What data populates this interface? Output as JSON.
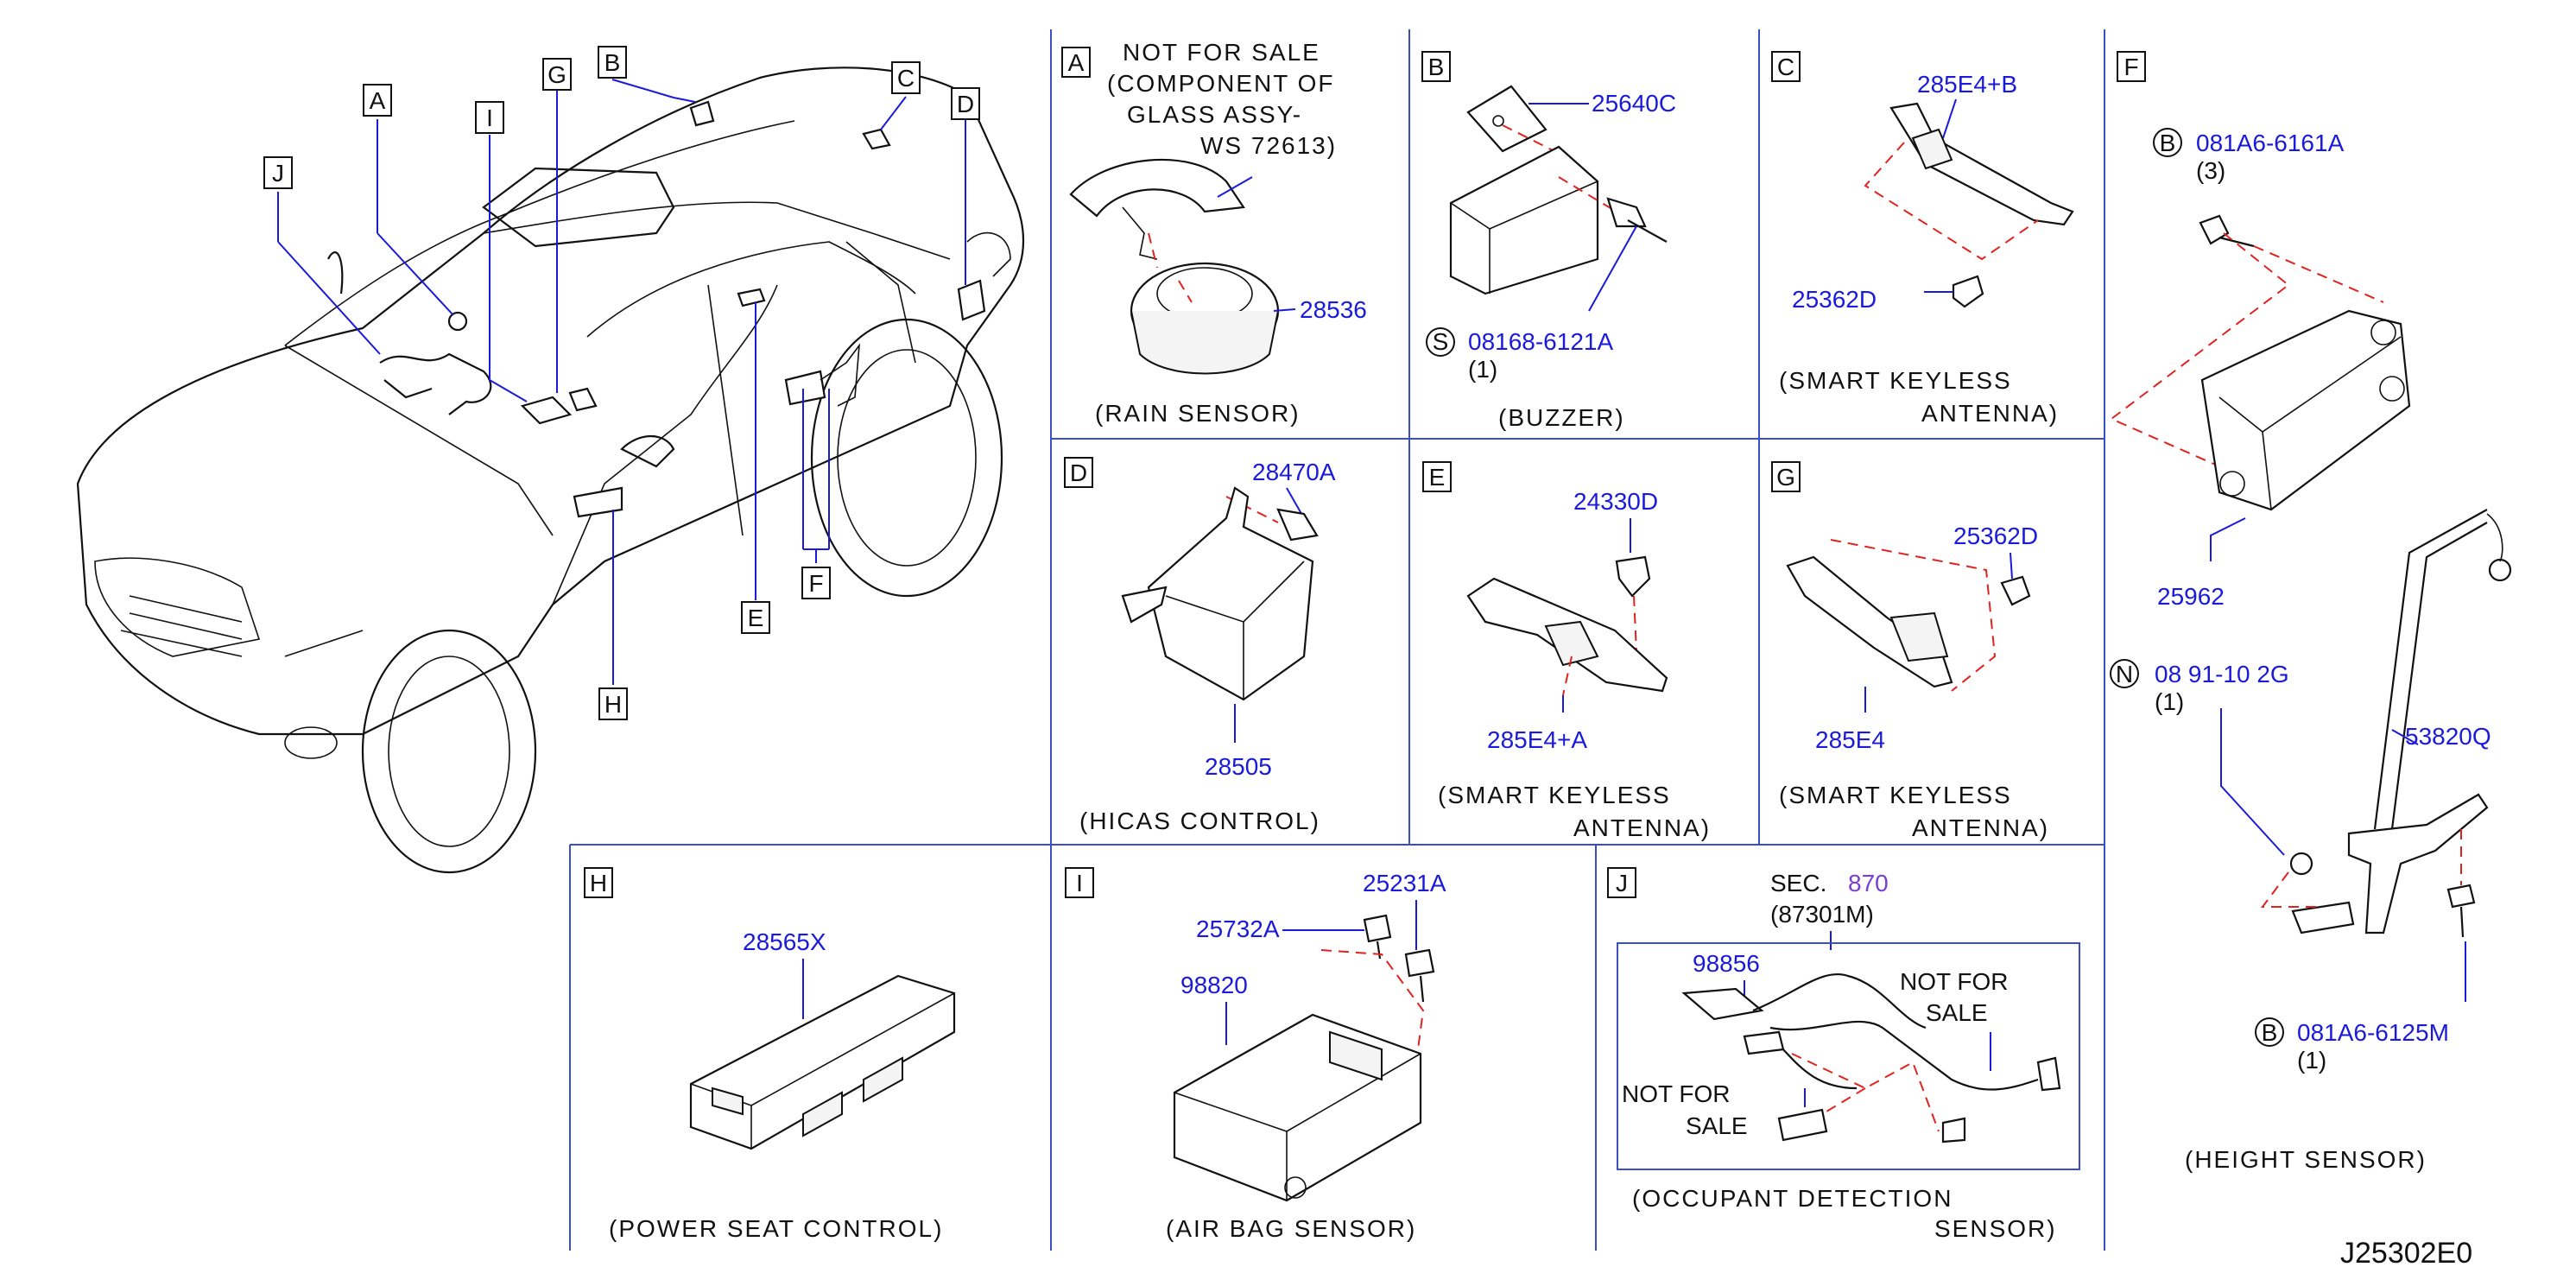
{
  "car_callouts": [
    "A",
    "B",
    "C",
    "D",
    "E",
    "F",
    "G",
    "H",
    "I",
    "J"
  ],
  "sections": {
    "A": {
      "letter": "A",
      "note": [
        "NOT FOR SALE",
        "(COMPONENT OF",
        "GLASS ASSY-",
        "WS 72613)"
      ],
      "parts": [
        "28536"
      ],
      "caption": "(RAIN SENSOR)"
    },
    "B": {
      "letter": "B",
      "parts": [
        "25640C"
      ],
      "bolt": {
        "prefix": "S",
        "pn": "08168-6121A",
        "qty": "(1)"
      },
      "caption": "(BUZZER)"
    },
    "C": {
      "letter": "C",
      "parts": [
        "285E4+B",
        "25362D"
      ],
      "caption": [
        "(SMART KEYLESS",
        "ANTENNA)"
      ]
    },
    "D": {
      "letter": "D",
      "parts": [
        "28470A",
        "28505"
      ],
      "caption": "(HICAS CONTROL)"
    },
    "E": {
      "letter": "E",
      "parts": [
        "24330D",
        "285E4+A"
      ],
      "caption": [
        "(SMART KEYLESS",
        "ANTENNA)"
      ]
    },
    "G": {
      "letter": "G",
      "parts": [
        "25362D",
        "285E4"
      ],
      "caption": [
        "(SMART KEYLESS",
        "ANTENNA)"
      ]
    },
    "F": {
      "letter": "F",
      "bolt_top": {
        "prefix": "B",
        "pn": "081A6-6161A",
        "qty": "(3)"
      },
      "parts": [
        "25962",
        "53820Q"
      ],
      "nut": {
        "prefix": "N",
        "pn": "08 91-10 2G",
        "qty": "(1)"
      },
      "bolt_bottom": {
        "prefix": "B",
        "pn": "081A6-6125M",
        "qty": "(1)"
      },
      "caption": "(HEIGHT SENSOR)"
    },
    "H": {
      "letter": "H",
      "parts": [
        "28565X"
      ],
      "caption": "(POWER SEAT CONTROL)"
    },
    "I": {
      "letter": "I",
      "parts": [
        "25231A",
        "25732A",
        "98820"
      ],
      "caption": "(AIR BAG SENSOR)"
    },
    "J": {
      "letter": "J",
      "sec_label": "SEC.",
      "sec_num": "870",
      "sec_ref": "(87301M)",
      "parts": [
        "98856"
      ],
      "nfs1": [
        "NOT FOR",
        "SALE"
      ],
      "nfs2": [
        "NOT FOR",
        "SALE"
      ],
      "caption": [
        "(OCCUPANT DETECTION",
        "SENSOR)"
      ]
    }
  },
  "diagram_id": "J25302E0",
  "colors": {
    "part_number": "#1a1adb",
    "section_ref": "#7a3fd0",
    "leader_dash": "#e0231e",
    "grid": "#3a4fc4"
  }
}
